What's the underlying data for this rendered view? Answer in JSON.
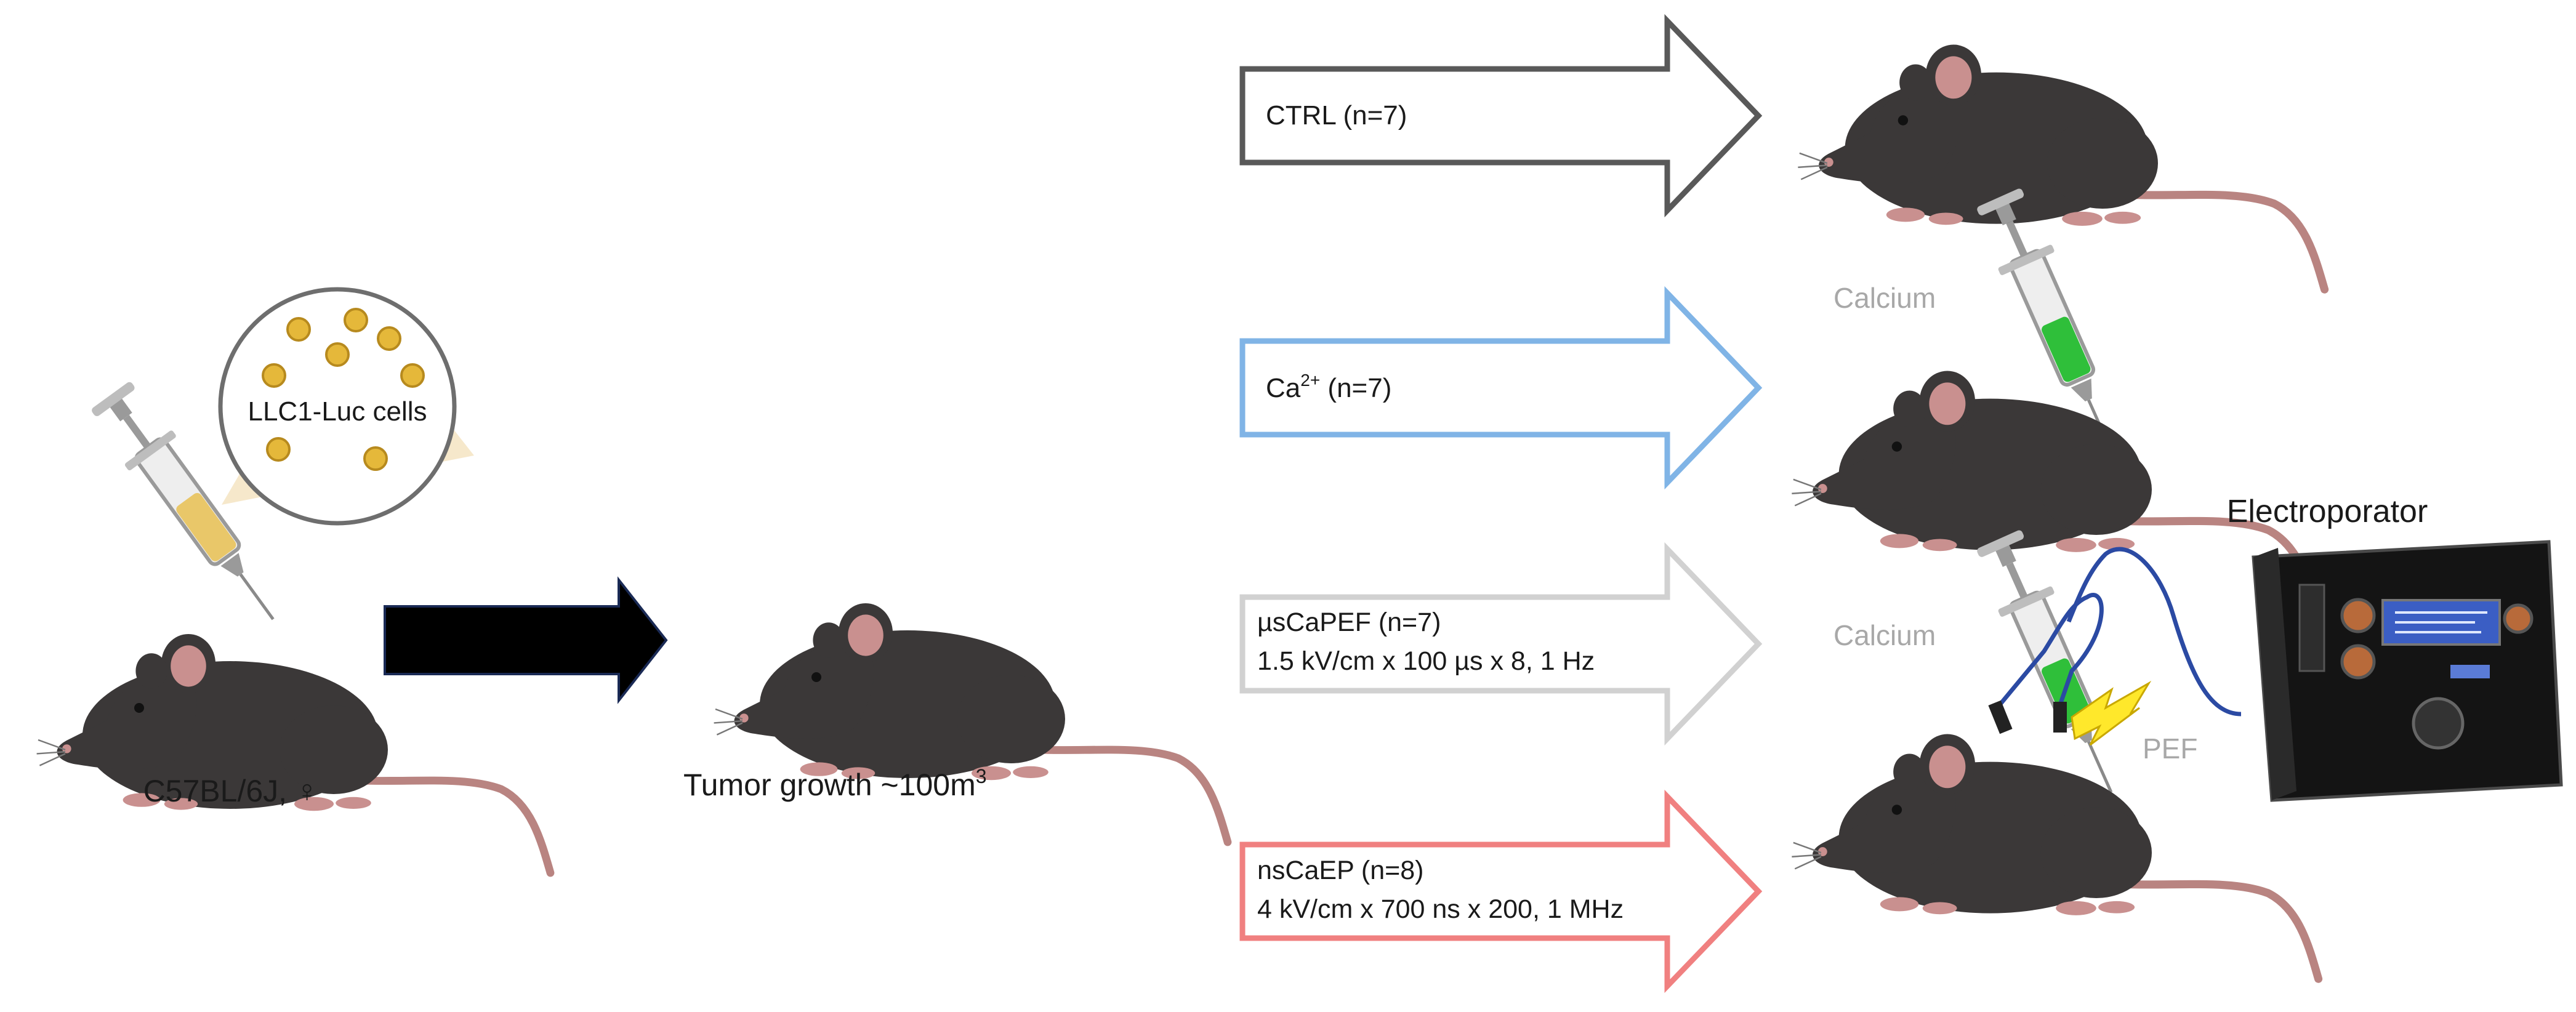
{
  "start": {
    "strain_label": "C57BL/6J, ♀",
    "cells_label": "LLC1-Luc cells"
  },
  "middle": {
    "growth_label_main": "Tumor growth ~100m",
    "growth_label_sup": "3"
  },
  "groups": [
    {
      "line1_main": "CTRL (n=7)",
      "line2": "",
      "color": "#595959"
    },
    {
      "line1_main": "Ca",
      "line1_sup": "2+",
      "line1_rest": " (n=7)",
      "line2": "",
      "color": "#80b4e6"
    },
    {
      "line1_main": "µsCaPEF (n=7)",
      "line2": "1.5 kV/cm x 100 µs x 8, 1 Hz",
      "color": "#d1d1d1"
    },
    {
      "line1_main": "nsCaEP (n=8)",
      "line2": "4 kV/cm x 700 ns x 200, 1 MHz",
      "color": "#f08080"
    }
  ],
  "labels": {
    "calcium_1": "Calcium",
    "calcium_2": "Calcium",
    "pef": "PEF",
    "electroporator": "Electroporator"
  },
  "colors": {
    "mouse_fur": "#3b3838",
    "mouse_skin": "#c9908f",
    "syringe_green": "#2fbf3a",
    "syringe_yellow": "#e8c25a",
    "bolt": "#ffe82b",
    "wire": "#2b4aa3",
    "main_arrow": "#000000"
  }
}
